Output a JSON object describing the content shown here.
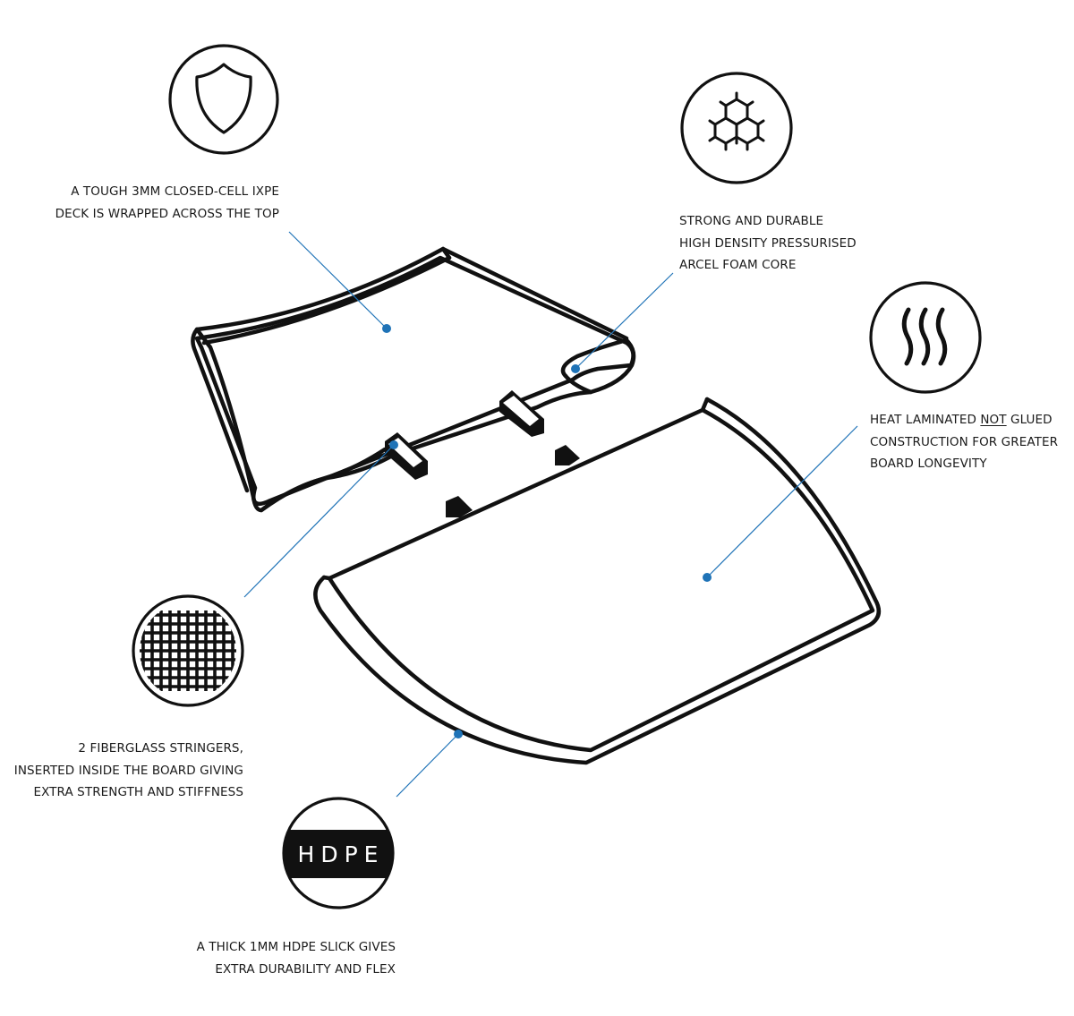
{
  "colors": {
    "ink": "#111111",
    "accent": "#1f73b7",
    "background": "#ffffff"
  },
  "icons": [
    "shield-icon",
    "honeycomb-icon",
    "heat-waves-icon",
    "fiberglass-mesh-icon",
    "hdpe-badge-icon"
  ],
  "callouts": {
    "deck": {
      "line1": "A TOUGH 3MM CLOSED-CELL IXPE",
      "line2": "DECK IS WRAPPED ACROSS THE TOP"
    },
    "core": {
      "line1": "STRONG AND DURABLE",
      "line2": "HIGH DENSITY PRESSURISED",
      "line3": "ARCEL FOAM CORE"
    },
    "heat": {
      "line1_pre": "HEAT LAMINATED ",
      "line1_emph": "NOT",
      "line1_post": " GLUED",
      "line2": "CONSTRUCTION FOR GREATER",
      "line3": "BOARD LONGEVITY"
    },
    "stringers": {
      "line1": "2 FIBERGLASS STRINGERS,",
      "line2": "INSERTED INSIDE THE BOARD GIVING",
      "line3": "EXTRA STRENGTH AND STIFFNESS"
    },
    "slick": {
      "line1": "A THICK 1MM HDPE SLICK GIVES",
      "line2": "EXTRA DURABILITY AND FLEX"
    }
  },
  "hdpe_badge": {
    "text": "HDPE"
  }
}
